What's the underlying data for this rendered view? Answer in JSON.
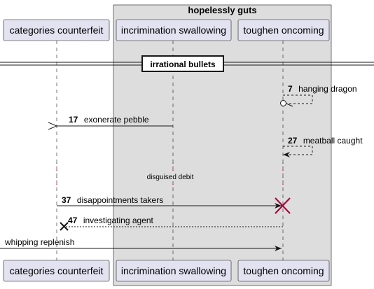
{
  "box": {
    "title": "hopelessly guts"
  },
  "participants": [
    {
      "id": "p1",
      "label": "categories counterfeit"
    },
    {
      "id": "p2",
      "label": "incrimination swallowing"
    },
    {
      "id": "p3",
      "label": "toughen oncoming"
    }
  ],
  "divider": {
    "label": "irrational bullets"
  },
  "delay": {
    "label": "disguised debit"
  },
  "messages": [
    {
      "num": "7",
      "text": "hanging dragon"
    },
    {
      "num": "17",
      "text": "exonerate pebble"
    },
    {
      "num": "27",
      "text": "meatball caught"
    },
    {
      "num": "37",
      "text": "disappointments takers"
    },
    {
      "num": "47",
      "text": "investigating agent"
    },
    {
      "num": "",
      "text": "whipping replenish"
    }
  ],
  "colors": {
    "participant_fill": "#E2E2F0",
    "participant_border": "#181818",
    "box_fill": "#DDDDDD",
    "destroy_red": "#A80036",
    "line": "#181818"
  }
}
